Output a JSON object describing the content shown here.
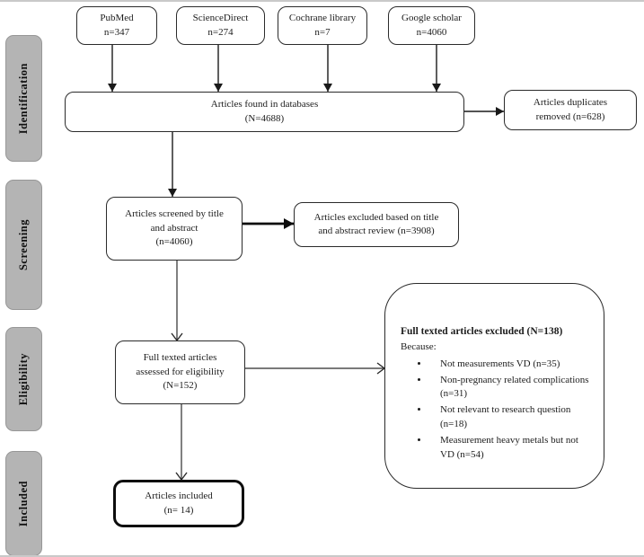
{
  "figure": {
    "type": "prisma-flow-diagram",
    "colors": {
      "stage_fill": "#b4b4b4",
      "box_border": "#2b2b2b",
      "arrow": "#1a1a1a",
      "background": "#ffffff"
    }
  },
  "sidebar": {
    "stages": [
      {
        "label": "Identification"
      },
      {
        "label": "Screening"
      },
      {
        "label": "Eligibility"
      },
      {
        "label": "Included"
      }
    ]
  },
  "sources": [
    {
      "text": "PubMed\nn=347"
    },
    {
      "text": "ScienceDirect\nn=274"
    },
    {
      "text": "Cochrane library\nn=7"
    },
    {
      "text": "Google scholar\nn=4060"
    }
  ],
  "found": {
    "text": "Articles  found in databases\n(N=4688)"
  },
  "duplicates": {
    "text": "Articles duplicates\nremoved (n=628)"
  },
  "screened": {
    "text": "Articles  screened by title\nand abstract\n(n=4060)"
  },
  "title_abstract_excluded": {
    "text": "Articles  excluded based on title\nand abstract review (n=3908)"
  },
  "fulltext": {
    "text": "Full texted articles\nassessed for eligibility\n(N=152)"
  },
  "exclusion": {
    "title": "Full texted articles excluded (N=138)",
    "subtitle": "Because:",
    "reasons": [
      "Not measurements VD (n=35)",
      "Non-pregnancy related complications (n=31)",
      "Not relevant to research question (n=18)",
      "Measurement heavy metals but not VD (n=54)"
    ]
  },
  "included_box": {
    "text": "Articles  included\n(n= 14)"
  }
}
